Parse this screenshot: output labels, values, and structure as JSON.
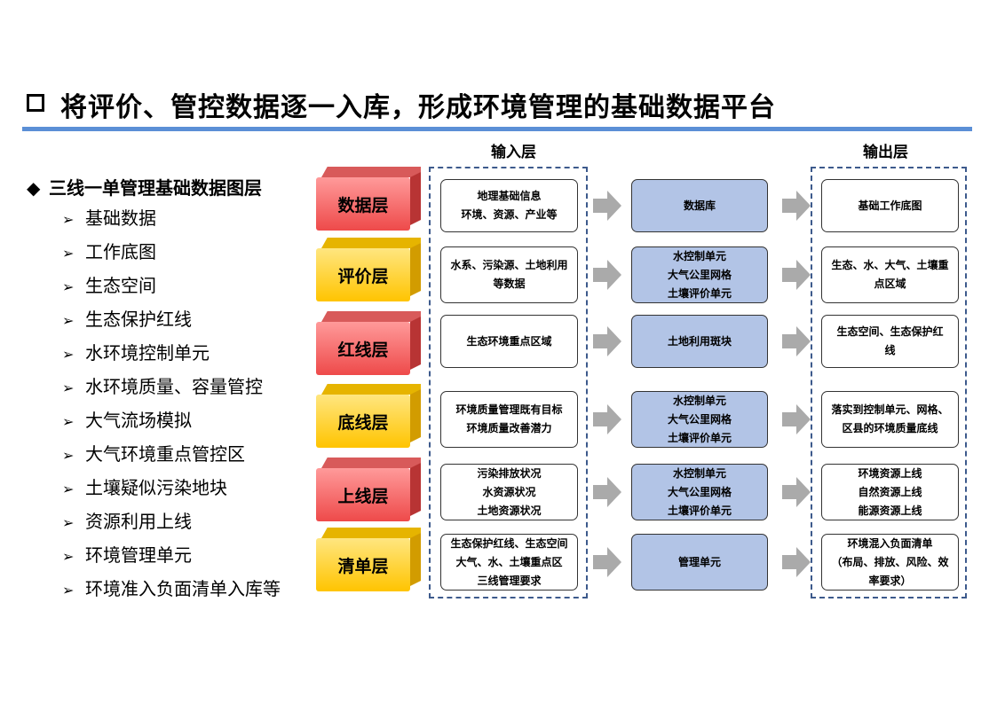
{
  "title": "将评价、管控数据逐一入库，形成环境管理的基础数据平台",
  "title_marker": "□",
  "left_panel": {
    "main": "三线一单管理基础数据图层",
    "items": [
      "基础数据",
      "工作底图",
      "生态空间",
      "生态保护红线",
      "水环境控制单元",
      "水环境质量、容量管控",
      "大气流场模拟",
      "大气环境重点管控区",
      "土壤疑似污染地块",
      "资源利用上线",
      "环境管理单元",
      "环境准入负面清单入库等"
    ]
  },
  "headers": {
    "input": "输入层",
    "output": "输出层"
  },
  "rows": [
    {
      "layer": "数据层",
      "color": "red",
      "input": [
        "地理基础信息",
        "环境、资源、产业等"
      ],
      "middle": [
        "数据库"
      ],
      "output": [
        "基础工作底图"
      ]
    },
    {
      "layer": "评价层",
      "color": "yellow",
      "input": [
        "水系、污染源、土地利用",
        "等数据"
      ],
      "middle": [
        "水控制单元",
        "大气公里网格",
        "土壤评价单元"
      ],
      "output": [
        "生态、水、大气、土壤重",
        "点区域"
      ]
    },
    {
      "layer": "红线层",
      "color": "red",
      "input": [
        "生态环境重点区域"
      ],
      "middle": [
        "土地利用斑块"
      ],
      "output": [
        "生态空间、生态保护红",
        "线"
      ]
    },
    {
      "layer": "底线层",
      "color": "yellow",
      "input": [
        "环境质量管理既有目标",
        "环境质量改善潜力"
      ],
      "middle": [
        "水控制单元",
        "大气公里网格",
        "土壤评价单元"
      ],
      "output": [
        "落实到控制单元、网格、",
        "区县的环境质量底线"
      ]
    },
    {
      "layer": "上线层",
      "color": "red",
      "input": [
        "污染排放状况",
        "水资源状况",
        "土地资源状况"
      ],
      "middle": [
        "水控制单元",
        "大气公里网格",
        "土壤评价单元"
      ],
      "output": [
        "环境资源上线",
        "自然资源上线",
        "能源资源上线"
      ]
    },
    {
      "layer": "清单层",
      "color": "yellow",
      "input": [
        "生态保护红线、生态空间",
        "大气、水、土壤重点区",
        "三线管理要求"
      ],
      "middle": [
        "管理单元"
      ],
      "output": [
        "环境混入负面清单",
        "（布局、排放、风险、效",
        "率要求）"
      ]
    }
  ],
  "colors": {
    "rule": "#5b8fd6",
    "blue_box": "#b2c4e6",
    "dashed": "#3d5a8c",
    "arrow": "#aaaaaa"
  },
  "icons": {
    "bullet": "diamond-icon",
    "sub_bullet": "chevron-right-icon",
    "flow": "arrow-right-icon"
  }
}
